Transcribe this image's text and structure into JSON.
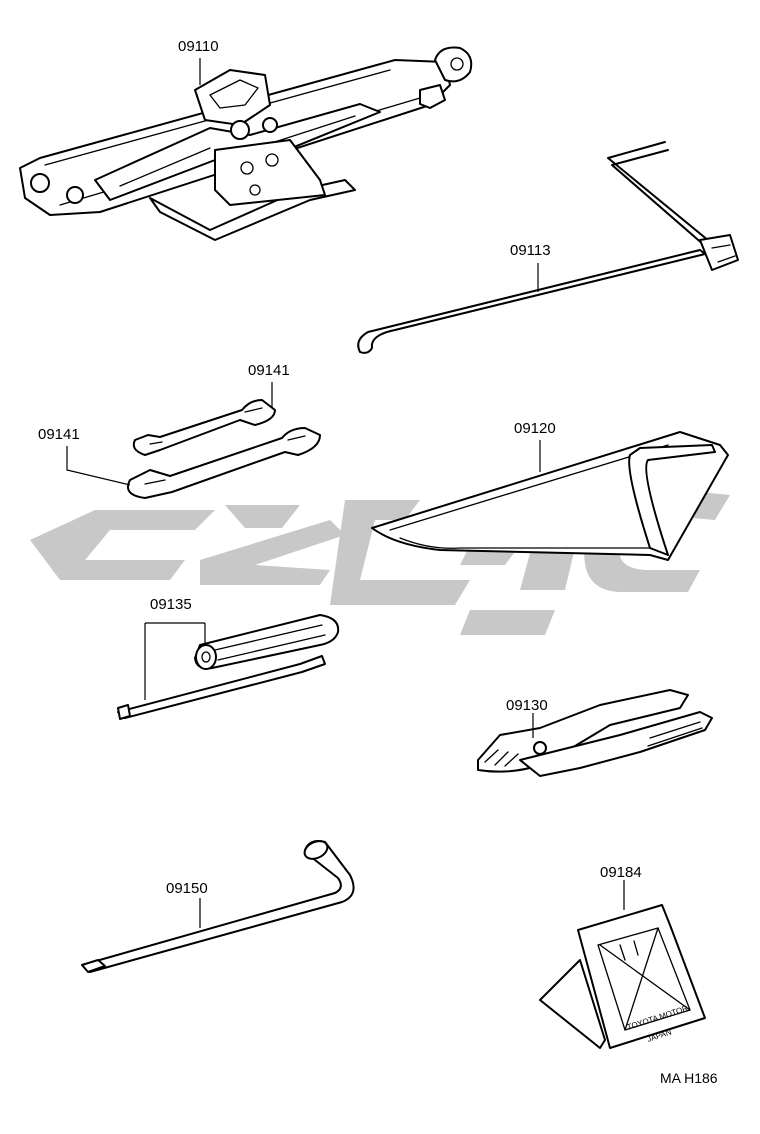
{
  "parts": [
    {
      "id": "jack",
      "number": "09110"
    },
    {
      "id": "jack-handle",
      "number": "09113"
    },
    {
      "id": "wrench-small",
      "number": "09141"
    },
    {
      "id": "wrench-large",
      "number": "09141"
    },
    {
      "id": "tool-bag",
      "number": "09120"
    },
    {
      "id": "screwdriver",
      "number": "09135"
    },
    {
      "id": "pliers",
      "number": "09130"
    },
    {
      "id": "wheel-nut-wrench",
      "number": "09150"
    },
    {
      "id": "wheel-chock",
      "number": "09184"
    }
  ],
  "chock_marking": {
    "line1": "TOYOTA MOTOR",
    "line2": "JAPAN"
  },
  "drawing_code": "MA H186",
  "watermark_color": "#c8c8c8"
}
